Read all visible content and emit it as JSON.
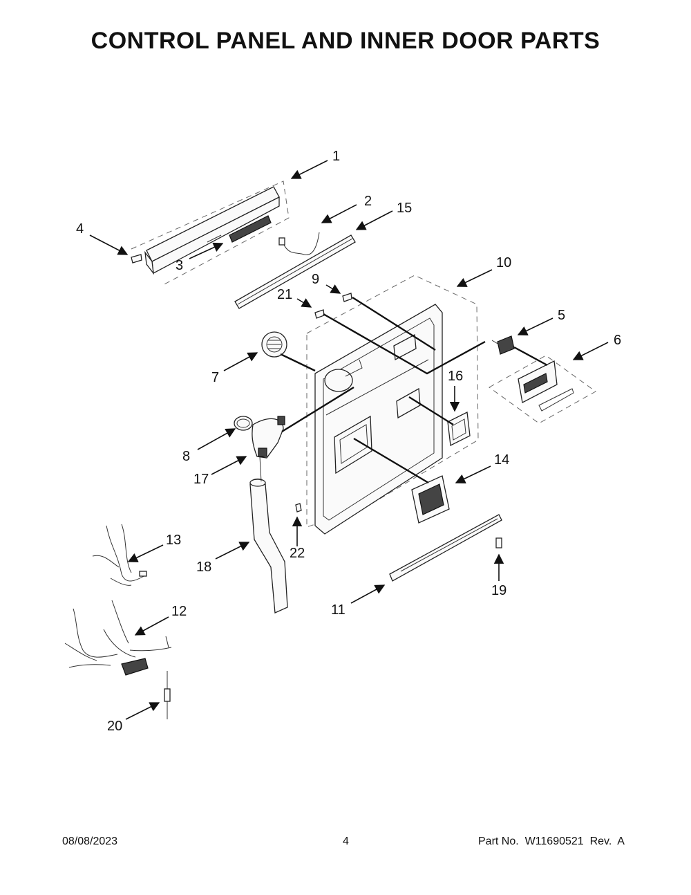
{
  "page": {
    "title": "CONTROL PANEL AND INNER DOOR PARTS",
    "footer_date": "08/08/2023",
    "footer_page": "4",
    "footer_part": "Part No.  W11690521  Rev.  A"
  },
  "callouts": [
    "1",
    "2",
    "3",
    "4",
    "5",
    "6",
    "7",
    "8",
    "9",
    "10",
    "11",
    "12",
    "13",
    "14",
    "15",
    "16",
    "17",
    "18",
    "19",
    "20",
    "21",
    "22"
  ]
}
